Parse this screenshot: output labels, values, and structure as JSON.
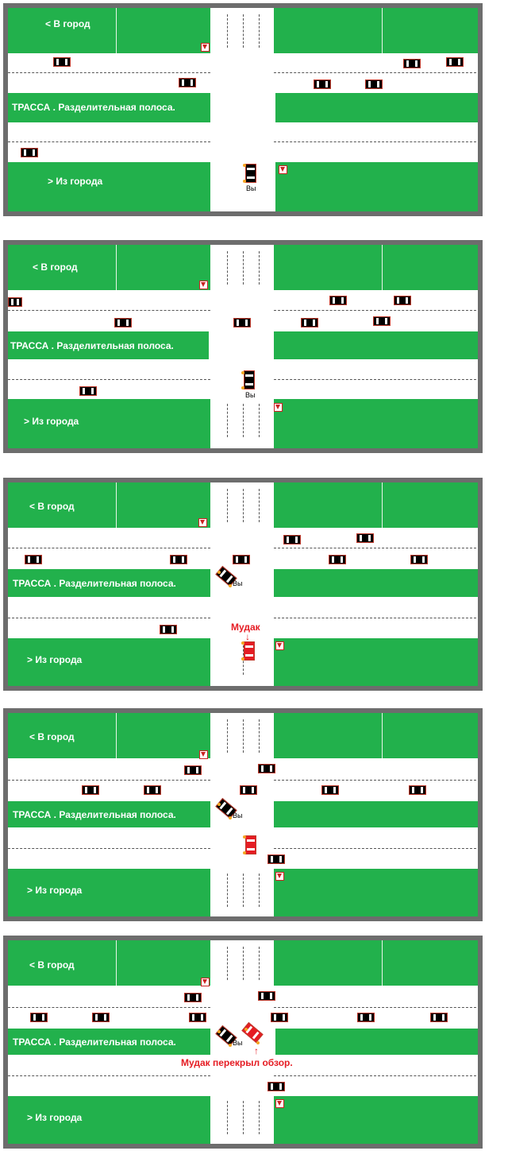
{
  "labels": {
    "to_city": "< В город",
    "divider": "ТРАССА . Разделительная полоса.",
    "from_city": "> Из города",
    "you": "Вы",
    "jerk": "Мудак",
    "blocked": "Мудак перекрыл обзор."
  },
  "colors": {
    "grass": "#22b14c",
    "border": "#6d6d6d",
    "road": "#ffffff",
    "jerk_car": "#e51c23"
  },
  "icons": [
    "yield-sign-icon",
    "car-icon",
    "turn-signal-icon",
    "arrow-down-icon",
    "arrow-up-icon"
  ]
}
